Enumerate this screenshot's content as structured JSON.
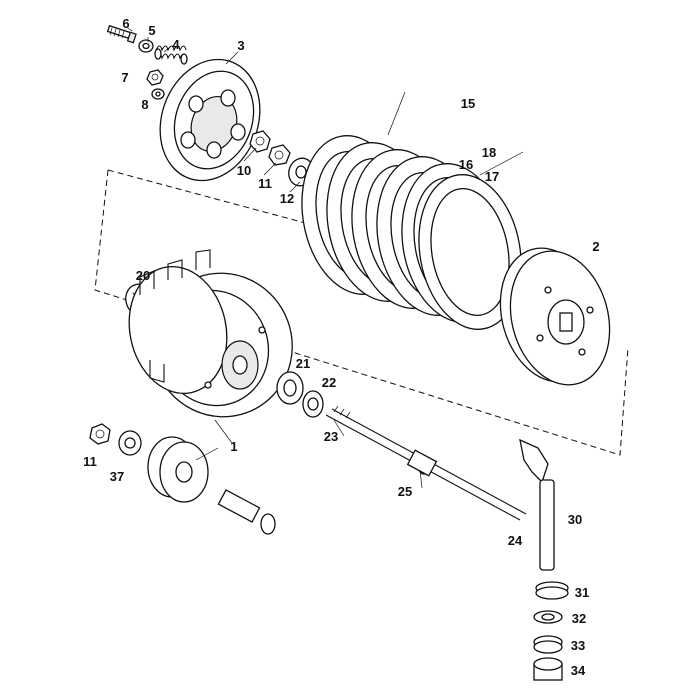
{
  "labels": {
    "p1": "1",
    "p2": "2",
    "p3": "3",
    "p4": "4",
    "p5": "5",
    "p6": "6",
    "p7": "7",
    "p8": "8",
    "p10": "10",
    "p11a": "11",
    "p11b": "11",
    "p12": "12",
    "p15": "15",
    "p16": "16",
    "p17": "17",
    "p18": "18",
    "p20": "20",
    "p21": "21",
    "p22": "22",
    "p23": "23",
    "p24": "24",
    "p25": "25",
    "p30": "30",
    "p31": "31",
    "p32": "32",
    "p33": "33",
    "p34": "34",
    "p37": "37"
  }
}
